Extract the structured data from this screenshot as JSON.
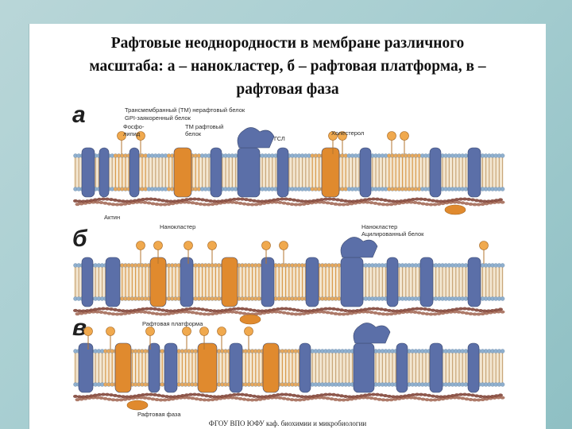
{
  "slide": {
    "title_lines": [
      "Рафтовые неоднородности в мембране различного",
      "масштаба: а – нанокластер, б – рафтовая платформа, в –",
      "рафтовая фаза"
    ],
    "footer": "ФГОУ ВПО ЮФУ каф. биохимии и микробиологии"
  },
  "figure": {
    "panels": [
      {
        "letter": "а",
        "caption": "Нанокластер"
      },
      {
        "letter": "б",
        "caption": "Рафтовая платформа"
      },
      {
        "letter": "в",
        "caption": "Рафтовая фаза"
      }
    ],
    "labels_a": {
      "tm_nonraft": "Трансмембранный (ТМ) нерафтовый белок",
      "gpi": "GPI-заякоренный белок",
      "phospholipid_1": "Фосфо-",
      "phospholipid_2": "липид",
      "tm_raft_1": "ТМ рафтовый",
      "tm_raft_2": "белок",
      "gsl": "ГСЛ",
      "cholesterol": "Холестерол",
      "actin": "Актин",
      "nanocluster_left": "Нанокластер",
      "nanocluster_right": "Нанокластер",
      "acylated": "Ацилированный белок"
    },
    "colors": {
      "nonraft_protein": "#5b6fa8",
      "raft_protein": "#e08a2e",
      "lipid_head": "#8fb0cf",
      "raft_lipid_head": "#e8a85a",
      "actin": "#7a3b2e",
      "tail": "#c9a678"
    }
  }
}
